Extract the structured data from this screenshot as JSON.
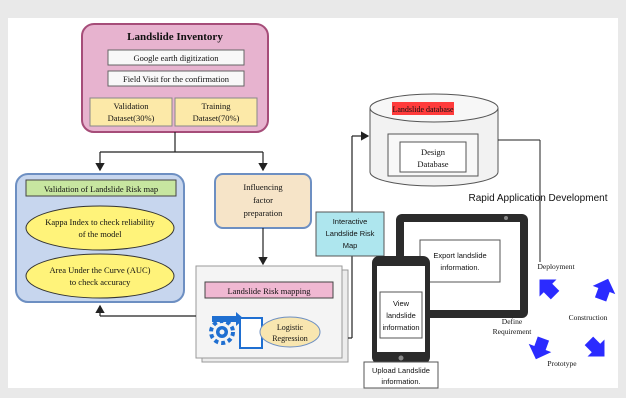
{
  "inventory": {
    "title": "Landslide Inventory",
    "step1": "Google earth digitization",
    "step2": "Field Visit for the confirmation",
    "validation_line1": "Validation",
    "validation_line2": "Dataset(30%)",
    "training_line1": "Training",
    "training_line2": "Dataset(70%)"
  },
  "validation": {
    "title": "Validation of Landslide Risk map",
    "kappa_line1": "Kappa Index to check reliability",
    "kappa_line2": "of the model",
    "auc_line1": "Area Under the Curve (AUC)",
    "auc_line2": "to check accuracy"
  },
  "factor": {
    "line1": "Influencing",
    "line2": "factor",
    "line3": "preparation"
  },
  "mapping": {
    "title": "Landslide Risk mapping",
    "logistic_line1": "Logistic",
    "logistic_line2": "Regression"
  },
  "interactive": {
    "line1": "Interactive",
    "line2": "Landslide Risk",
    "line3": "Map"
  },
  "database": {
    "title": "Landslide database",
    "design_line1": "Design",
    "design_line2": "Database"
  },
  "rad": {
    "title": "Rapid Application Development",
    "deployment": "Deployment",
    "define_line1": "Define",
    "define_line2": "Requirement",
    "construction": "Construction",
    "prototype": "Prototype"
  },
  "devices": {
    "export_line1": "Export landslide",
    "export_line2": "information.",
    "view_line1": "View",
    "view_line2": "landslide",
    "view_line3": "information",
    "upload_line1": "Upload Landslide",
    "upload_line2": "information."
  },
  "colors": {
    "inventory_fill": "#e7b3cf",
    "inventory_stroke": "#a64d79",
    "validation_fill": "#c7d6ee",
    "validation_title_fill": "#c7e6a0",
    "ellipse_fill": "#fff37a",
    "factor_fill": "#f6e4c8",
    "interactive_fill": "#aee6ee",
    "database_red": "#ff3b3b",
    "rad_blue": "#2b2bff"
  }
}
